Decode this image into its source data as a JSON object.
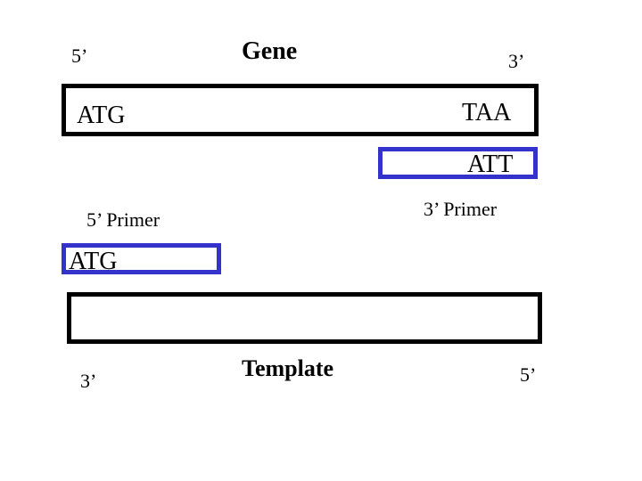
{
  "gene": {
    "end_5_label": "5’",
    "title": "Gene",
    "end_3_label": "3’",
    "start_codon": "ATG",
    "stop_codon": "TAA"
  },
  "primers": {
    "primer_3_sequence": "ATT",
    "primer_3_label": "3’ Primer",
    "primer_5_label": "5’ Primer",
    "primer_5_sequence": "ATG"
  },
  "template": {
    "end_3_label": "3’",
    "title": "Template",
    "end_5_label": "5’"
  },
  "colors": {
    "strand_border": "#000000",
    "primer_border": "#3333cc"
  }
}
